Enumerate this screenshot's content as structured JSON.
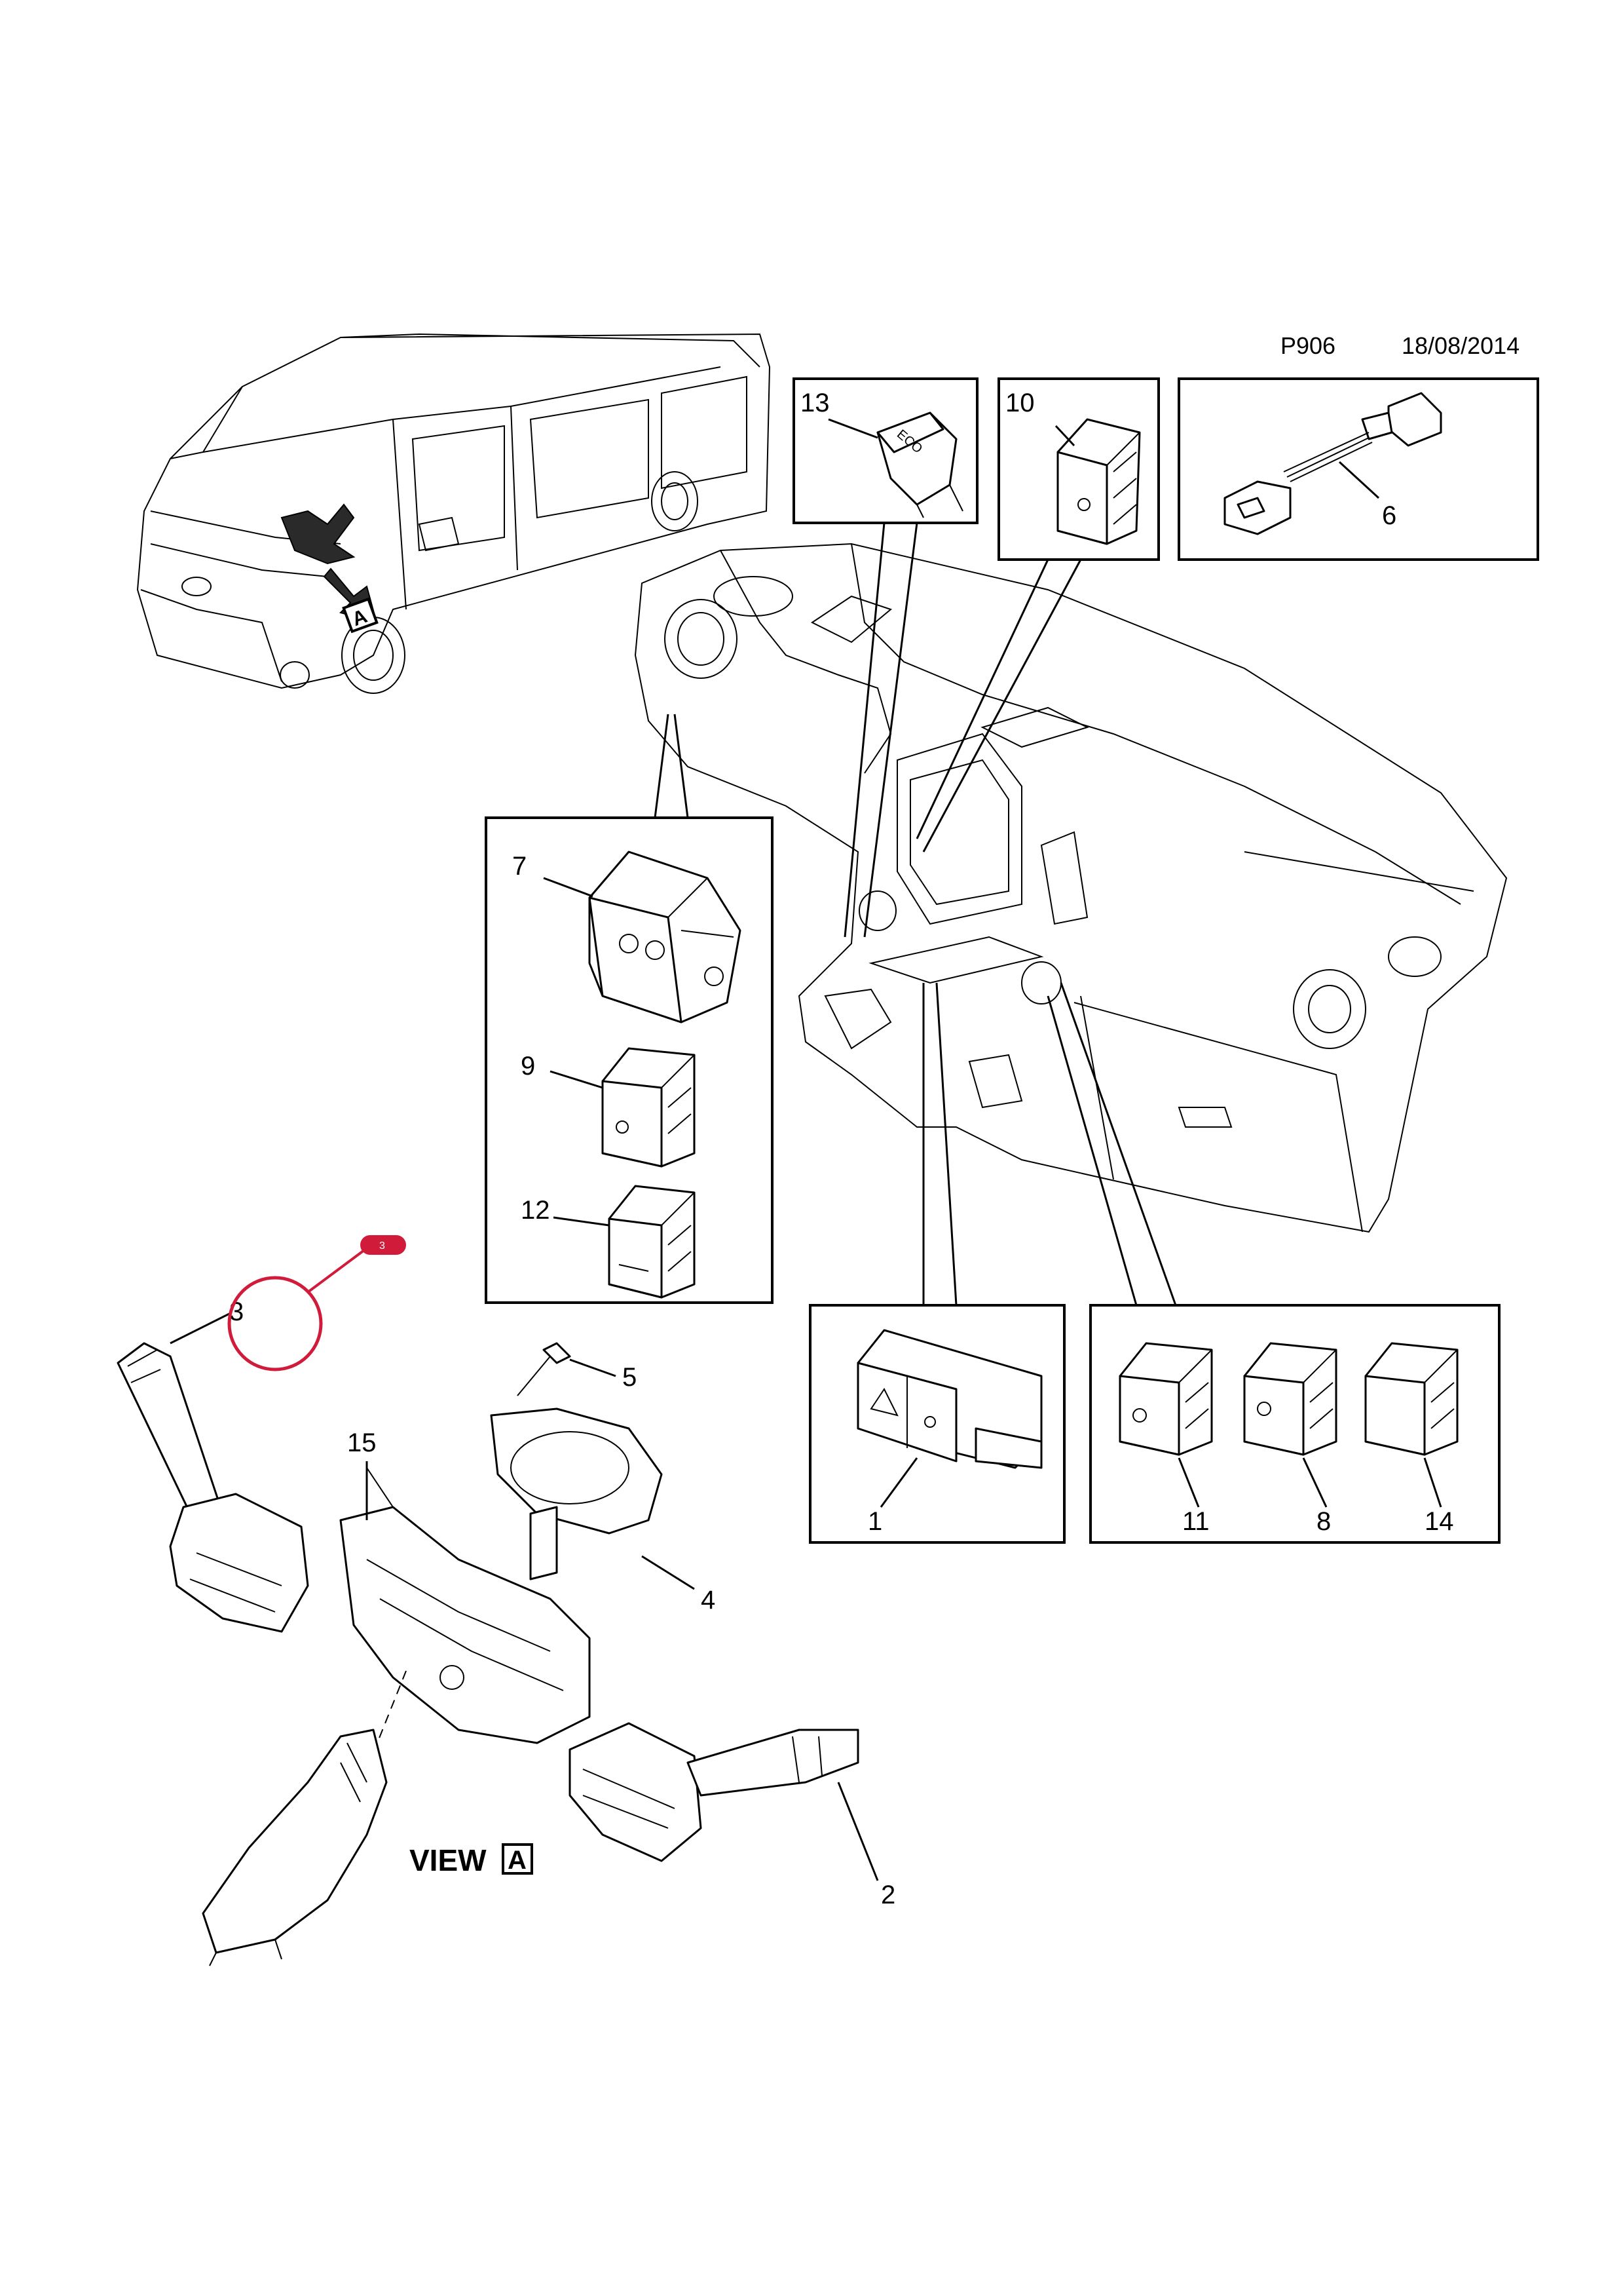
{
  "header": {
    "code": "P906",
    "date": "18/08/2014"
  },
  "view_label": {
    "text": "VIEW",
    "letter": "A"
  },
  "vehicle_arrow_letter": "A",
  "callouts": {
    "c1": "1",
    "c2": "2",
    "c3": "3",
    "c4": "4",
    "c5": "5",
    "c6": "6",
    "c7": "7",
    "c8": "8",
    "c9": "9",
    "c10": "10",
    "c11": "11",
    "c12": "12",
    "c13": "13",
    "c14": "14",
    "c15": "15"
  },
  "eco_button_text": "ECO",
  "highlight_marker": {
    "text": "3",
    "color": "#d01c3a"
  }
}
